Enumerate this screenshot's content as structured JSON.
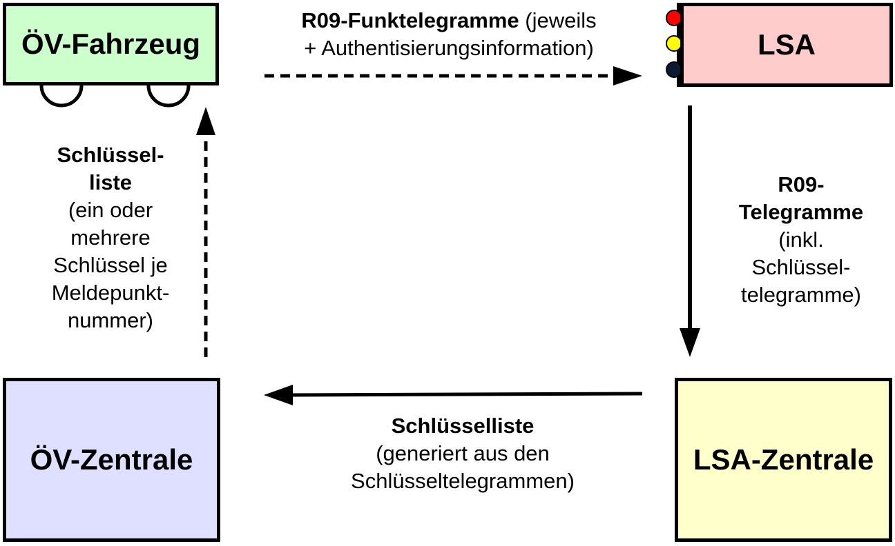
{
  "nodes": {
    "vehicle": "ÖV-Fahrzeug",
    "lsa": "LSA",
    "oev_zentrale": "ÖV-Zentrale",
    "lsa_zentrale": "LSA-Zentrale"
  },
  "edges": {
    "vehicle_to_lsa": {
      "bold": "R09-Funktelegramme",
      "line1_rest": " (jeweils",
      "line2": "+ Authentisierungsinformation)"
    },
    "lsa_to_lsa_zentrale": {
      "bold1": "R09-",
      "bold2": "Telegramme",
      "line3": "(inkl.",
      "line4": "Schlüssel-",
      "line5": "telegramme)"
    },
    "lsa_zentrale_to_oev_zentrale": {
      "bold": "Schlüsselliste",
      "line2": "(generiert aus den",
      "line3": "Schlüsseltelegrammen)"
    },
    "oev_zentrale_to_vehicle": {
      "bold1": "Schlüssel-",
      "bold2": "liste",
      "line3": "(ein oder",
      "line4": "mehrere",
      "line5": "Schlüssel je",
      "line6": "Meldepunkt-",
      "line7": "nummer)"
    }
  },
  "colors": {
    "vehicle_fill": "#ccffcc",
    "lsa_fill": "#ffcccc",
    "oev_zentrale_fill": "#dfe0ff",
    "lsa_zentrale_fill": "#ffffcc",
    "signal_red": "#ff0000",
    "signal_yellow": "#ffff00",
    "signal_dark": "#0b1a33"
  }
}
